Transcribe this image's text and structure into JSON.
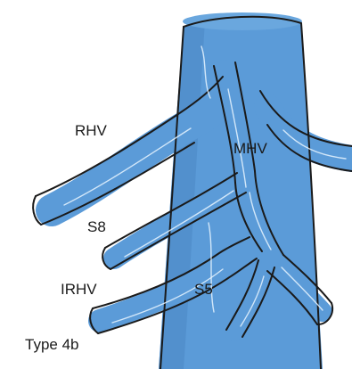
{
  "colors": {
    "vessel_fill": "#5b9bd8",
    "vessel_shade": "#4a86c4",
    "outline": "#1a1a1a",
    "highlight": "#e8f4ff",
    "background": "#ffffff"
  },
  "labels": {
    "rhv": "RHV",
    "mhv": "MHV",
    "s8": "S8",
    "irhv": "IRHV",
    "s5": "S5",
    "type": "Type 4b"
  }
}
